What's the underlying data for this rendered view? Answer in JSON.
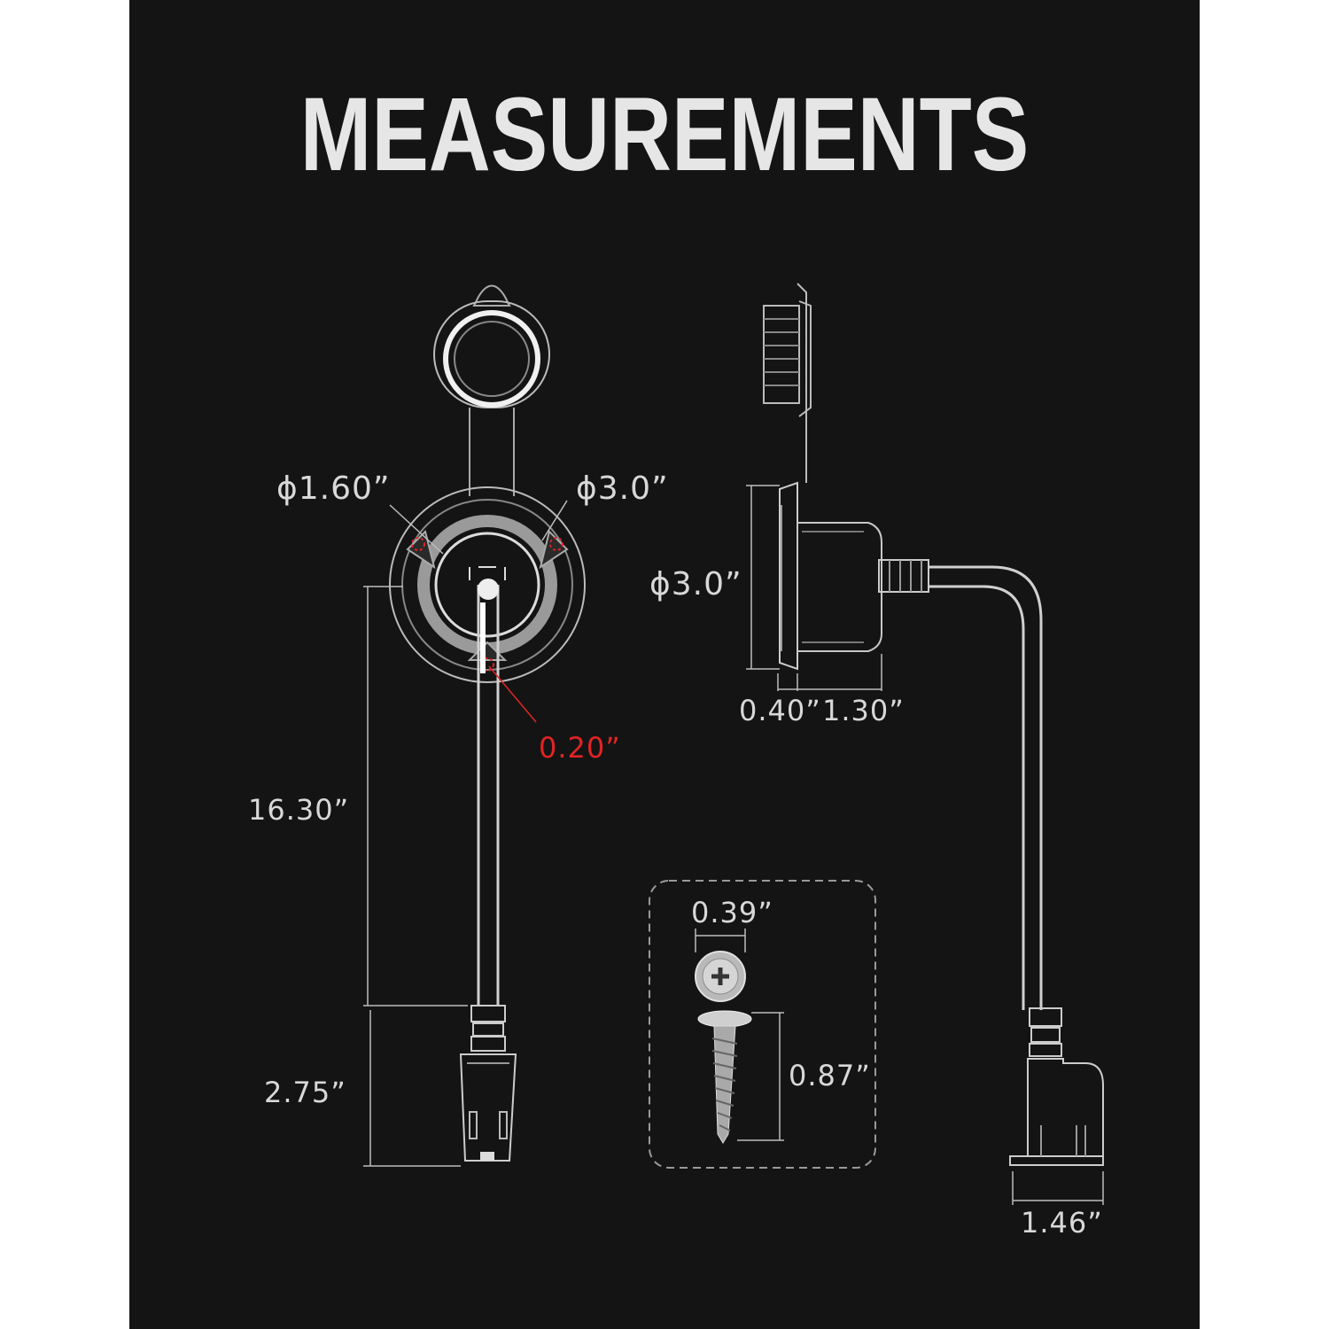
{
  "title": "MEASUREMENTS",
  "colors": {
    "background": "#141414",
    "text": "#d8d8d8",
    "accent": "#e02424",
    "frame": "#ffffff"
  },
  "front_view": {
    "label_inner_diameter": "ϕ1.60”",
    "label_outer_diameter": "ϕ3.0”",
    "label_hole": "0.20”",
    "label_cable_length": "16.30”",
    "label_plug_length": "2.75”"
  },
  "side_view": {
    "label_diameter": "ϕ3.0”",
    "label_flange": "0.40”",
    "label_depth": "1.30”",
    "label_plug_width": "1.46”"
  },
  "screw_box": {
    "label_head": "0.39”",
    "label_length": "0.87”"
  }
}
